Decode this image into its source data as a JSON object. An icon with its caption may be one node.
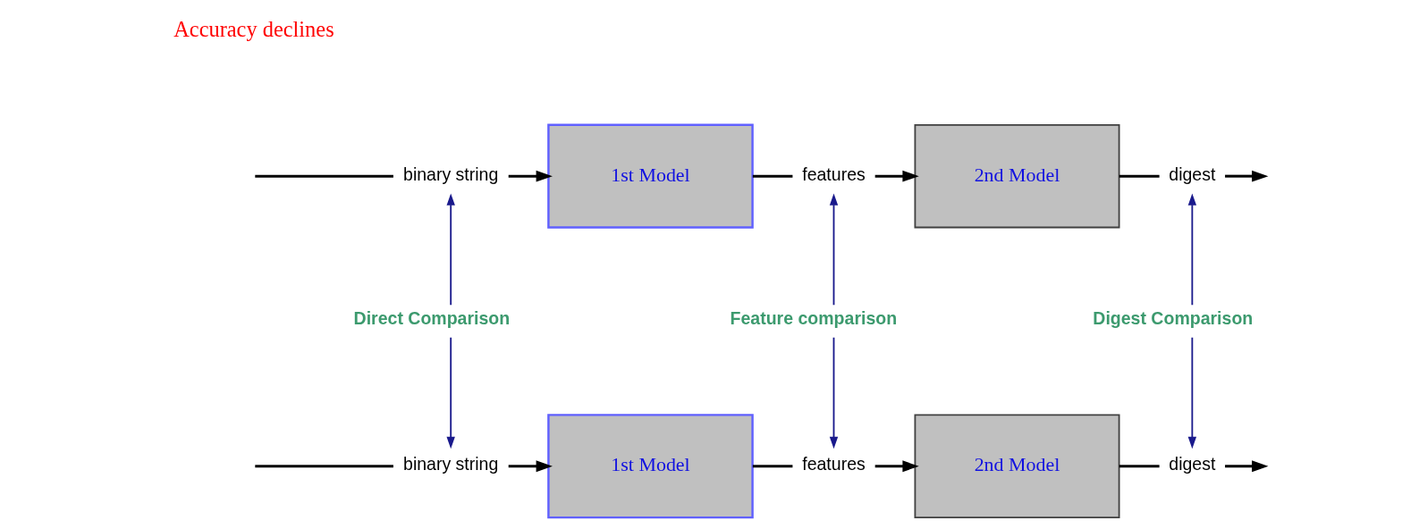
{
  "diagram": {
    "nodes": [
      {
        "text": [
          "binary string"
        ]
      },
      {
        "text": [
          "1st Model"
        ]
      },
      {
        "text": [
          "features"
        ]
      },
      {
        "text": [
          "2nd Model"
        ]
      },
      {
        "text": [
          "digest"
        ]
      },
      {
        "text": [
          "binary string"
        ]
      },
      {
        "text": [
          "1st Model"
        ]
      },
      {
        "text": [
          "features"
        ]
      },
      {
        "text": [
          "2nd Model"
        ]
      },
      {
        "text": [
          "digest"
        ]
      }
    ],
    "edges": [
      {
        "from": null,
        "to": 0,
        "arrow": "none"
      },
      {
        "from": 0,
        "to": 1,
        "arrow": "to"
      },
      {
        "from": 1,
        "to": 2,
        "arrow": "none"
      },
      {
        "from": 2,
        "to": 3,
        "arrow": "to"
      },
      {
        "from": 3,
        "to": 4,
        "arrow": "none"
      },
      {
        "from": 4,
        "to": null,
        "arrow": "to"
      },
      {
        "from": null,
        "to": 5,
        "arrow": "none"
      },
      {
        "from": 5,
        "to": 6,
        "arrow": "to"
      },
      {
        "from": 6,
        "to": 7,
        "arrow": "none"
      },
      {
        "from": 7,
        "to": 8,
        "arrow": "to"
      },
      {
        "from": 8,
        "to": 9,
        "arrow": "none"
      },
      {
        "from": 9,
        "to": null,
        "arrow": "to"
      },
      {
        "from": 0,
        "to": 5,
        "arrow": "both",
        "label": "Direct Comparison",
        "color": "#1a1a8c"
      },
      {
        "from": 2,
        "to": 7,
        "arrow": "both",
        "label": "Feature comparison",
        "color": "#1a1a8c"
      },
      {
        "from": 4,
        "to": 9,
        "arrow": "both",
        "label": "Digest Comparison",
        "color": "#1a1a8c"
      }
    ],
    "labels": [
      "Accuracy declines"
    ]
  }
}
